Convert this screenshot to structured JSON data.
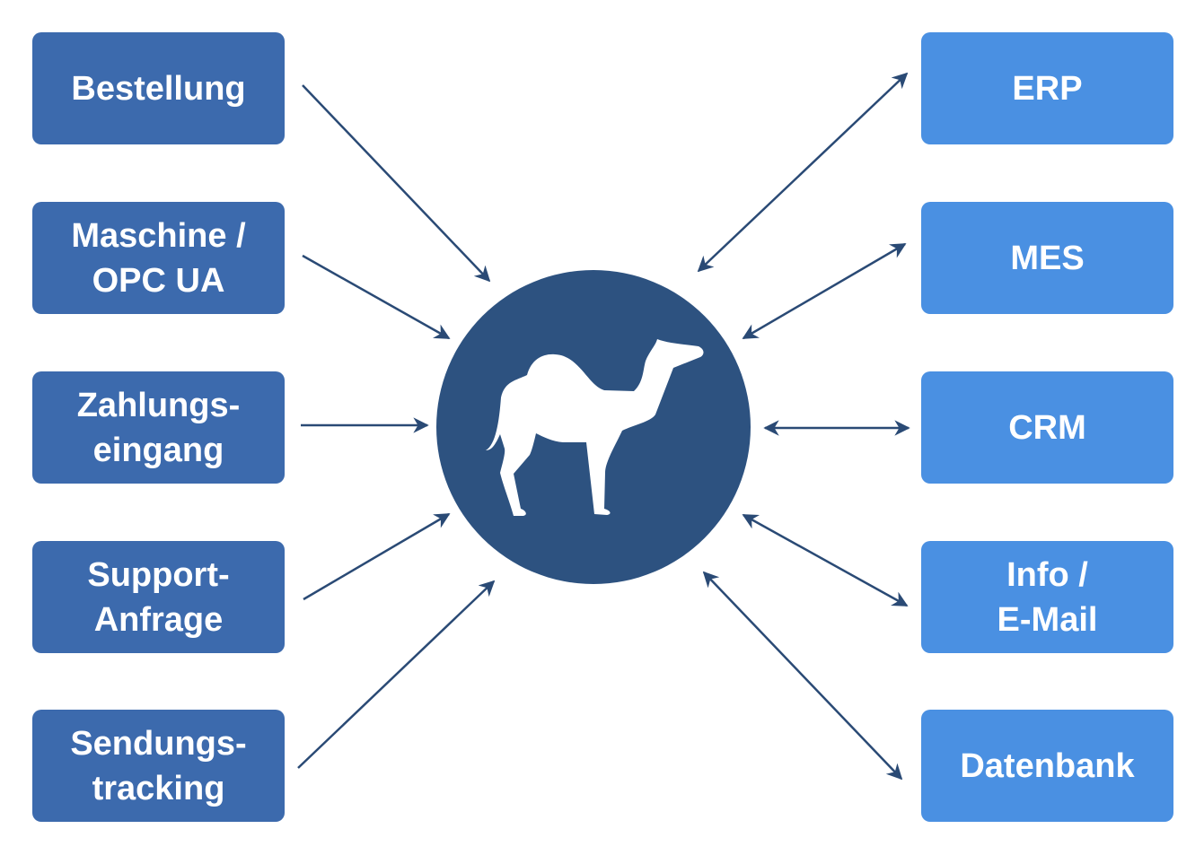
{
  "inputs": [
    {
      "label": "Bestellung"
    },
    {
      "label": "Maschine /\nOPC UA"
    },
    {
      "label": "Zahlungs-\neingang"
    },
    {
      "label": "Support-\nAnfrage"
    },
    {
      "label": "Sendungs-\ntracking"
    }
  ],
  "systems": [
    {
      "label": "ERP"
    },
    {
      "label": "MES"
    },
    {
      "label": "CRM"
    },
    {
      "label": "Info /\nE-Mail"
    },
    {
      "label": "Datenbank"
    }
  ],
  "hub": {
    "icon": "camel-icon"
  },
  "colors": {
    "input_box": "#3c6aad",
    "system_box": "#4a90e2",
    "hub": "#2d5280",
    "arrow": "#2a4a75"
  }
}
